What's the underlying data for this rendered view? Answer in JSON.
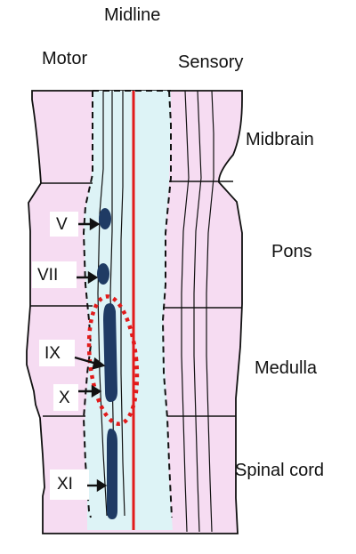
{
  "header": {
    "midline": "Midline",
    "motor": "Motor",
    "sensory": "Sensory"
  },
  "regions": {
    "midbrain": "Midbrain",
    "pons": "Pons",
    "medulla": "Medulla",
    "spinal_cord": "Spinal cord"
  },
  "nerves": {
    "v": "V",
    "vii": "VII",
    "ix": "IX",
    "x": "X",
    "xi": "XI"
  },
  "colors": {
    "outer_fill": "#f6dcf2",
    "inner_fill": "#ddf3f6",
    "midline": "#e21b1b",
    "nucleus": "#1f3b64",
    "highlight": "#e21b1b",
    "stroke": "#111111"
  }
}
